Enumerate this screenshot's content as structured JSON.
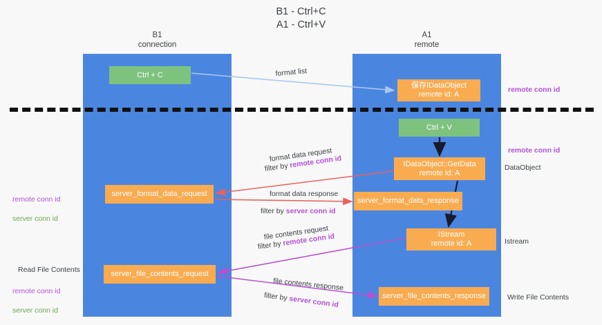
{
  "title": "B1 - Ctrl+C\nA1 - Ctrl+V",
  "columns": [
    {
      "name": "B1",
      "sub": "connection",
      "label": "B1\nconnection"
    },
    {
      "name": "A1",
      "sub": "remote",
      "label": "A1\nremote"
    }
  ],
  "nodes": {
    "ctrl_c": "Ctrl + C",
    "save_dataobject": "保存IDataObject\nremote id: A",
    "ctrl_v": "Ctrl + V",
    "getdata": "IDataObject::GetData\nremote id: A",
    "server_format_data_request": "server_format_data_request",
    "server_format_data_response": "server_format_data_response",
    "istream": "IStream\nremote id: A",
    "server_file_contents_request": "server_file_contents_request",
    "server_file_contents_response": "server_file_contents_response"
  },
  "edge_labels": {
    "format_list": "format list",
    "format_data_request": "format data request",
    "filter_by": "filter by ",
    "remote_conn_id": "remote conn id",
    "server_conn_id": "server conn id",
    "format_data_response": "format data response",
    "file_contents_request": "file contents request",
    "file_contents_response": "file contents response"
  },
  "side_labels": {
    "remote_conn_id": "remote conn id",
    "server_conn_id": "server conn id",
    "dataobject": "DataObject",
    "istream": "Istream",
    "read_file_contents": "Read File Contents",
    "write_file_contents": "Write File Contents"
  },
  "colors": {
    "lane": "#4a86e0",
    "green_node": "#7dc37f",
    "orange_node": "#f9ab50",
    "remote_conn_id": "#b44fd6",
    "server_conn_id": "#6aa84f",
    "arrow_blue": "#a8c7ef",
    "arrow_red": "#e8615c",
    "arrow_magenta": "#bb4fd0",
    "arrow_dark": "#1a1a2e",
    "divider": "#111111",
    "background": "#f8f8f8"
  }
}
